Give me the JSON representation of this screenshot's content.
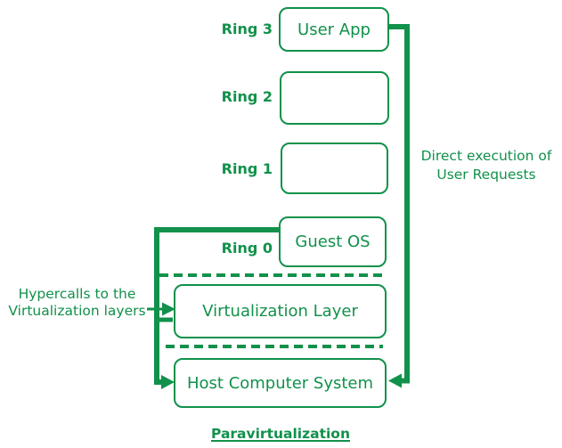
{
  "diagram": {
    "caption": "Paravirtualization",
    "accent_color": "#11914b",
    "rings": [
      {
        "label": "Ring 3",
        "box": "User App"
      },
      {
        "label": "Ring 2",
        "box": ""
      },
      {
        "label": "Ring 1",
        "box": ""
      },
      {
        "label": "Ring 0",
        "box": "Guest OS"
      }
    ],
    "layers": [
      {
        "label": "Virtualization Layer"
      },
      {
        "label": "Host Computer System"
      }
    ],
    "annotations": {
      "hypercalls": "Hypercalls to the Virtualization layers",
      "direct_execution": "Direct execution of User Requests"
    }
  }
}
